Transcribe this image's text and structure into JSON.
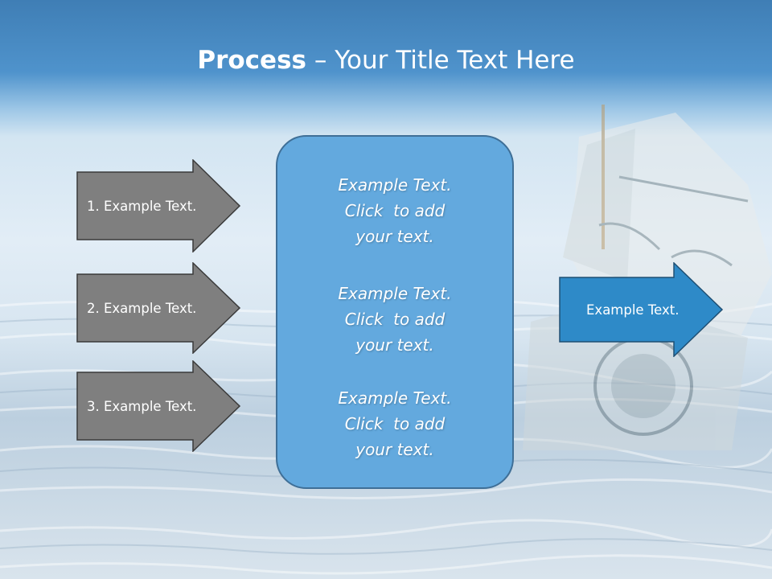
{
  "slide": {
    "title_bold": "Process",
    "title_rest": " – Your Title Text Here"
  },
  "left_arrows": [
    {
      "label": "1. Example Text."
    },
    {
      "label": "2. Example Text."
    },
    {
      "label": "3. Example Text."
    }
  ],
  "center_box": {
    "blocks": [
      {
        "lines": [
          "Example Text.",
          "Click  to add",
          "your text."
        ]
      },
      {
        "lines": [
          "Example Text.",
          "Click  to add",
          "your text."
        ]
      },
      {
        "lines": [
          "Example Text.",
          "Click  to add",
          "your text."
        ]
      }
    ]
  },
  "right_arrow": {
    "label": "Example Text."
  },
  "colors": {
    "header_blue": "#3f7eb5",
    "left_arrow_fill": "#7f7f7f",
    "left_arrow_border": "#3a3a3a",
    "center_box_fill": "#63a9de",
    "right_arrow_fill": "#2e8ac8",
    "right_arrow_border": "#1f4f73"
  },
  "background": {
    "image": "dollar-bill-paper-boat-in-water"
  }
}
